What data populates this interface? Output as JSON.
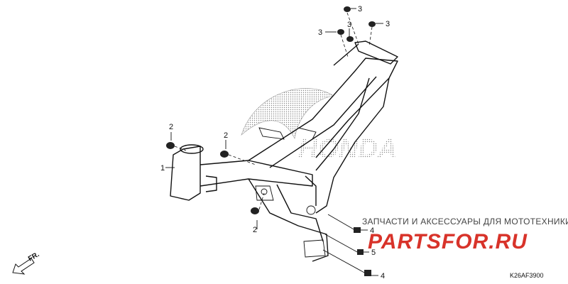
{
  "diagram": {
    "callouts": [
      {
        "id": "c1",
        "label": "1"
      },
      {
        "id": "c2a",
        "label": "2"
      },
      {
        "id": "c2b",
        "label": "2"
      },
      {
        "id": "c2c",
        "label": "2"
      },
      {
        "id": "c3a",
        "label": "3"
      },
      {
        "id": "c3b",
        "label": "3"
      },
      {
        "id": "c3c",
        "label": "3"
      },
      {
        "id": "c3d",
        "label": "3"
      },
      {
        "id": "c4a",
        "label": "4"
      },
      {
        "id": "c4b",
        "label": "4"
      },
      {
        "id": "c5",
        "label": "5"
      }
    ],
    "direction_label": "FR.",
    "diagram_code": "K26AF3900"
  },
  "watermark": {
    "tagline": "ЗАПЧАСТИ И АКСЕССУАРЫ ДЛЯ МОТОТЕХНИКИ",
    "logo": "PARTSFOR.RU",
    "logo_color": "#d8332a",
    "brand_mark": "HONDA"
  }
}
